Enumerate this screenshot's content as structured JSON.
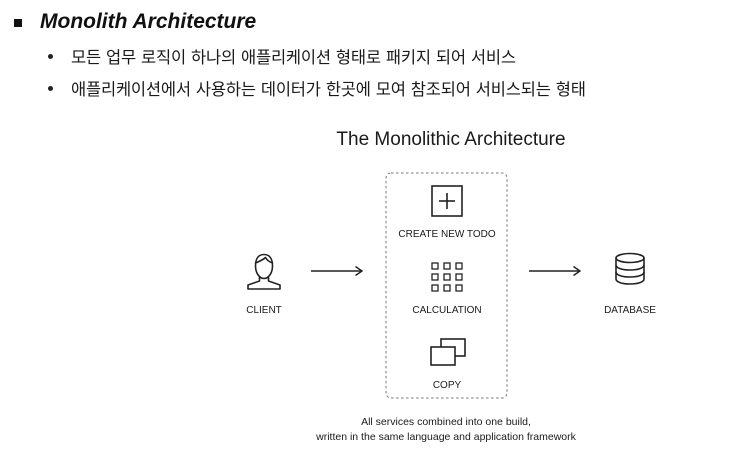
{
  "heading": "Monolith Architecture",
  "bullets": [
    "모든 업무 로직이 하나의 애플리케이션 형태로 패키지 되어 서비스",
    "애플리케이션에서 사용하는 데이터가 한곳에 모여 참조되어 서비스되는 형태"
  ],
  "diagram": {
    "title": "The Monolithic Architecture",
    "client_label": "CLIENT",
    "database_label": "DATABASE",
    "services": [
      {
        "label": "CREATE NEW TODO",
        "icon": "plus-box-icon"
      },
      {
        "label": "CALCULATION",
        "icon": "grid-icon"
      },
      {
        "label": "COPY",
        "icon": "copy-icon"
      }
    ],
    "caption_line1": "All services combined into one build,",
    "caption_line2": "written in the same language and application framework"
  },
  "colors": {
    "text": "#1a1a1a",
    "line": "#222222",
    "dashed_border": "#777777"
  }
}
